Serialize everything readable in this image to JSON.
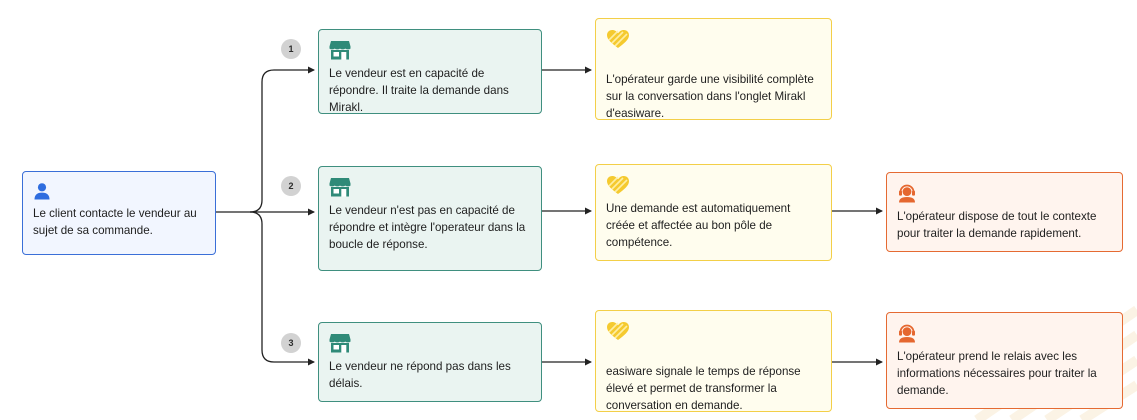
{
  "client": {
    "text": "Le client contacte le vendeur au sujet de sa commande.",
    "icon": "user-icon"
  },
  "rows": [
    {
      "badge": "1",
      "seller": "Le vendeur est en capacité de répondre. Il traite la demande dans Mirakl.",
      "easiware": "L'opérateur garde une visibilité complète sur la conversation dans l'onglet Mirakl d'easiware."
    },
    {
      "badge": "2",
      "seller": "Le vendeur n'est pas en capacité de répondre et intègre l'operateur dans la boucle de réponse.",
      "easiware": "Une demande est automatiquement créée et affectée au bon pôle de compétence.",
      "operator": "L'opérateur dispose de tout le contexte pour traiter la demande rapidement."
    },
    {
      "badge": "3",
      "seller": "Le vendeur ne répond pas dans les délais.",
      "easiware": "easiware signale le temps de réponse élevé et permet de transformer la conversation en demande.",
      "operator": "L'opérateur prend le relais avec les informations nécessaires pour traiter la demande."
    }
  ],
  "icons": {
    "seller": "storefront-icon",
    "easiware": "heart-logo-icon",
    "operator": "headset-agent-icon"
  },
  "colors": {
    "client_border": "#3a6fd8",
    "client_bg": "#f2f6ff",
    "seller_border": "#3f8f7f",
    "seller_bg": "#eaf4f1",
    "easiware_border": "#f3cf48",
    "easiware_bg": "#fffdee",
    "operator_border": "#e56a32",
    "operator_bg": "#fff4ee",
    "badge_bg": "#d2d2d2",
    "connector": "#222222"
  }
}
